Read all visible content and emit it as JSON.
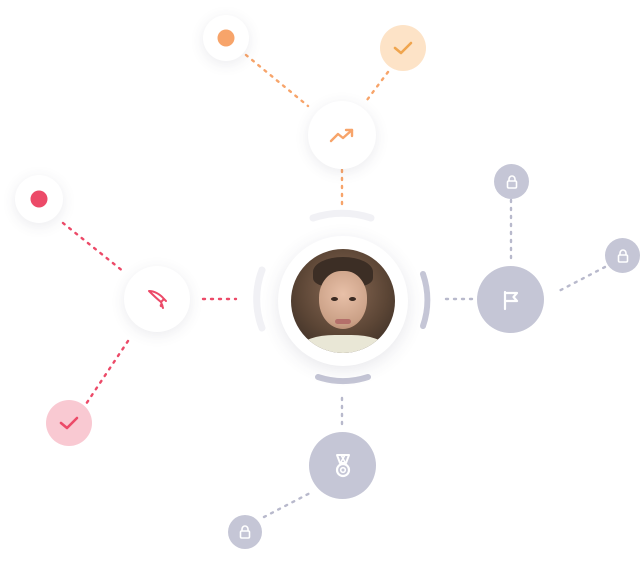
{
  "colors": {
    "orange_accent": "#f7a46a",
    "orange_soft": "#fde3c7",
    "pink_accent": "#ec4a68",
    "pink_soft": "#f9c9d2",
    "locked_grey": "#c5c6d6",
    "link_grey": "#b8b9cc",
    "ring_grey": "#c5c6d6"
  },
  "avatar": {
    "icon": "user-photo"
  },
  "nodes": {
    "trending": {
      "icon": "trending-up-icon",
      "state": "active"
    },
    "rocket": {
      "icon": "rocket-icon",
      "state": "active"
    },
    "flag": {
      "icon": "flag-icon",
      "state": "locked"
    },
    "medal": {
      "icon": "medal-icon",
      "state": "locked"
    }
  },
  "badges": {
    "orange_dot": {
      "icon": "dot-icon",
      "state": "in-progress"
    },
    "orange_check": {
      "icon": "check-icon",
      "state": "completed"
    },
    "pink_dot": {
      "icon": "dot-icon",
      "state": "in-progress"
    },
    "pink_check": {
      "icon": "check-icon",
      "state": "completed"
    },
    "lock_flag_top": {
      "icon": "lock-icon",
      "state": "locked"
    },
    "lock_flag_right": {
      "icon": "lock-icon",
      "state": "locked"
    },
    "lock_medal": {
      "icon": "lock-icon",
      "state": "locked"
    }
  }
}
